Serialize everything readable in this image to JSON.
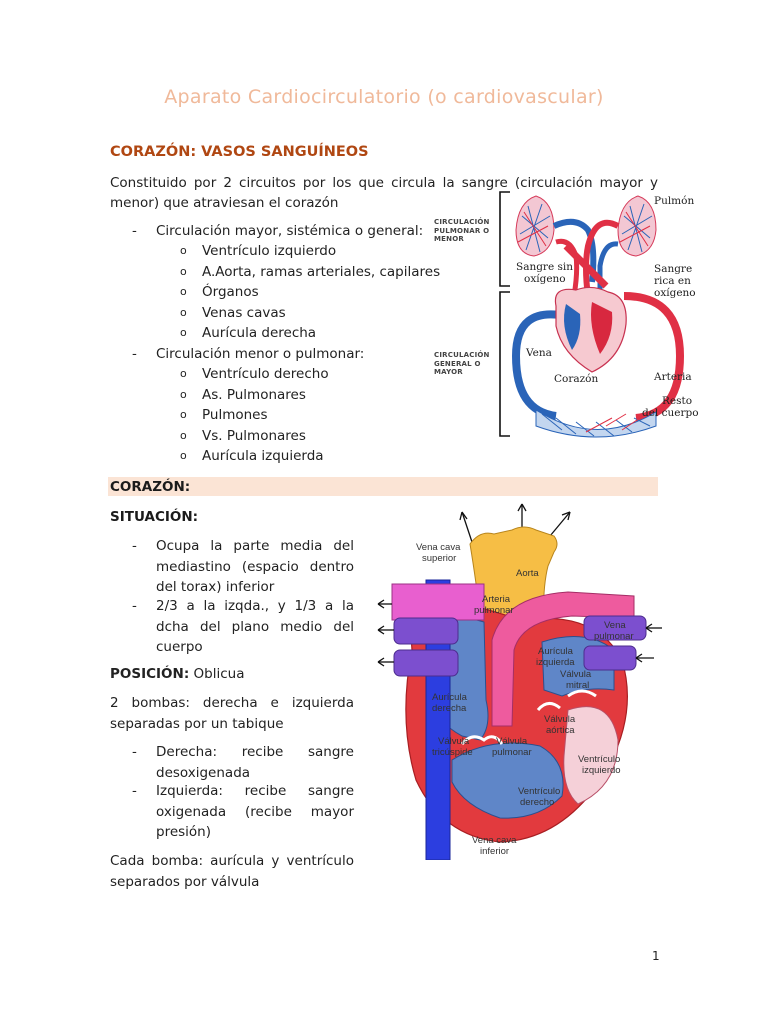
{
  "title": "Aparato  Cardiocirculatorio  (o  cardiovascular)",
  "section1": {
    "heading": "CORAZÓN: VASOS SANGUÍNEOS",
    "intro_line1": "Constituido  por  2  circuitos  por  los  que  circula  la  sangre  (circulación  mayor  y",
    "intro_line2": "menor)  que  atraviesan  el  corazón",
    "mayor_label": "Circulación  mayor,  sistémica  o  general:",
    "mayor_items": [
      "Ventrículo  izquierdo",
      "A.Aorta,  ramas  arteriales,  capilares",
      "Órganos",
      "Venas  cavas",
      "Aurícula  derecha"
    ],
    "menor_label": "Circulación  menor  o  pulmonar:",
    "menor_items": [
      "Ventrículo  derecho",
      "As.  Pulmonares",
      "Pulmones",
      "Vs.  Pulmonares",
      "Aurícula  izquierda"
    ]
  },
  "diagram1": {
    "label_pulmonar": "CIRCULACIÓN PULMONAR O MENOR",
    "label_general": "CIRCULACIÓN GENERAL O MAYOR",
    "pulmon": "Pulmón",
    "sangre_sin_1": "Sangre sin",
    "sangre_sin_2": "oxígeno",
    "sangre_rica_1": "Sangre",
    "sangre_rica_2": "rica en",
    "sangre_rica_3": "oxígeno",
    "vena": "Vena",
    "corazon": "Corazón",
    "arteria": "Arteria",
    "resto_1": "Resto",
    "resto_2": "del cuerpo"
  },
  "section2": {
    "heading": "CORAZÓN:",
    "situacion_heading": "SITUACIÓN:",
    "sit1_l1": "Ocupa  la  parte  media  del",
    "sit1_l2": "mediastino  (espacio  dentro",
    "sit1_l3": "del  torax)  inferior",
    "sit2_l1": "2/3  a  la  izqda.,  y  1/3  a  la",
    "sit2_l2": "dcha  del  plano  medio  del",
    "sit2_l3": "cuerpo",
    "posicion_heading": "POSICIÓN:",
    "posicion_value": "Oblicua",
    "bombas_l1": "2  bombas:  derecha  e  izquierda",
    "bombas_l2": "separadas  por  un  tabique",
    "der_l1": "Derecha:  recibe  sangre",
    "der_l2": "desoxigenada",
    "izq_l1": "Izquierda:  recibe  sangre",
    "izq_l2": "oxigenada  (recibe  mayor",
    "izq_l3": "presión)",
    "cada_l1": "Cada  bomba:  aurícula  y  ventrículo",
    "cada_l2": "separados  por  válvula"
  },
  "diagram2": {
    "vena_cava_sup_1": "Vena cava",
    "vena_cava_sup_2": "superior",
    "aorta": "Aorta",
    "arteria_pulm_1": "Arteria",
    "arteria_pulm_2": "pulmonar",
    "vena_pulm_1": "Vena",
    "vena_pulm_2": "pulmonar",
    "auricula_izq_1": "Aurícula",
    "auricula_izq_2": "izquierda",
    "valvula_mitral_1": "Válvula",
    "valvula_mitral_2": "mitral",
    "auricula_der_1": "Aurícula",
    "auricula_der_2": "derecha",
    "valvula_aortica_1": "Válvula",
    "valvula_aortica_2": "aórtica",
    "valvula_tric_1": "Válvula",
    "valvula_tric_2": "tricúspide",
    "valvula_pulm_1": "Válvula",
    "valvula_pulm_2": "pulmonar",
    "ventriculo_izq_1": "Ventrículo",
    "ventriculo_izq_2": "izquierdo",
    "ventriculo_der_1": "Ventrículo",
    "ventriculo_der_2": "derecho",
    "vena_cava_inf_1": "Vena cava",
    "vena_cava_inf_2": "inferior"
  },
  "page_number": "1"
}
